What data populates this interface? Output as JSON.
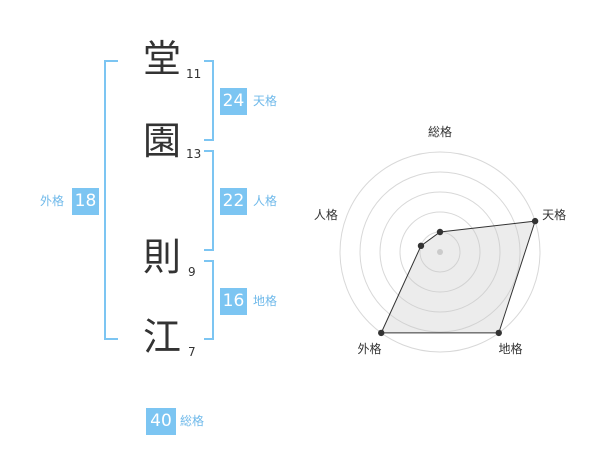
{
  "name": {
    "chars": [
      {
        "char": "堂",
        "strokes": "11"
      },
      {
        "char": "園",
        "strokes": "13"
      },
      {
        "char": "則",
        "strokes": "9"
      },
      {
        "char": "江",
        "strokes": "7"
      }
    ]
  },
  "fortunes": {
    "tenkaku": {
      "value": "24",
      "label": "天格"
    },
    "jinkaku": {
      "value": "22",
      "label": "人格"
    },
    "chikaku": {
      "value": "16",
      "label": "地格"
    },
    "gaikaku": {
      "value": "18",
      "label": "外格"
    },
    "soukaku": {
      "value": "40",
      "label": "総格"
    }
  },
  "colors": {
    "accent": "#7cc5f2",
    "text": "#333333",
    "label": "#6fb9ea"
  },
  "chart_data": {
    "type": "radar",
    "categories": [
      "総格",
      "天格",
      "地格",
      "外格",
      "人格"
    ],
    "values": [
      0.2,
      1.0,
      1.0,
      1.0,
      0.2
    ],
    "grid": true,
    "rings": 5
  }
}
